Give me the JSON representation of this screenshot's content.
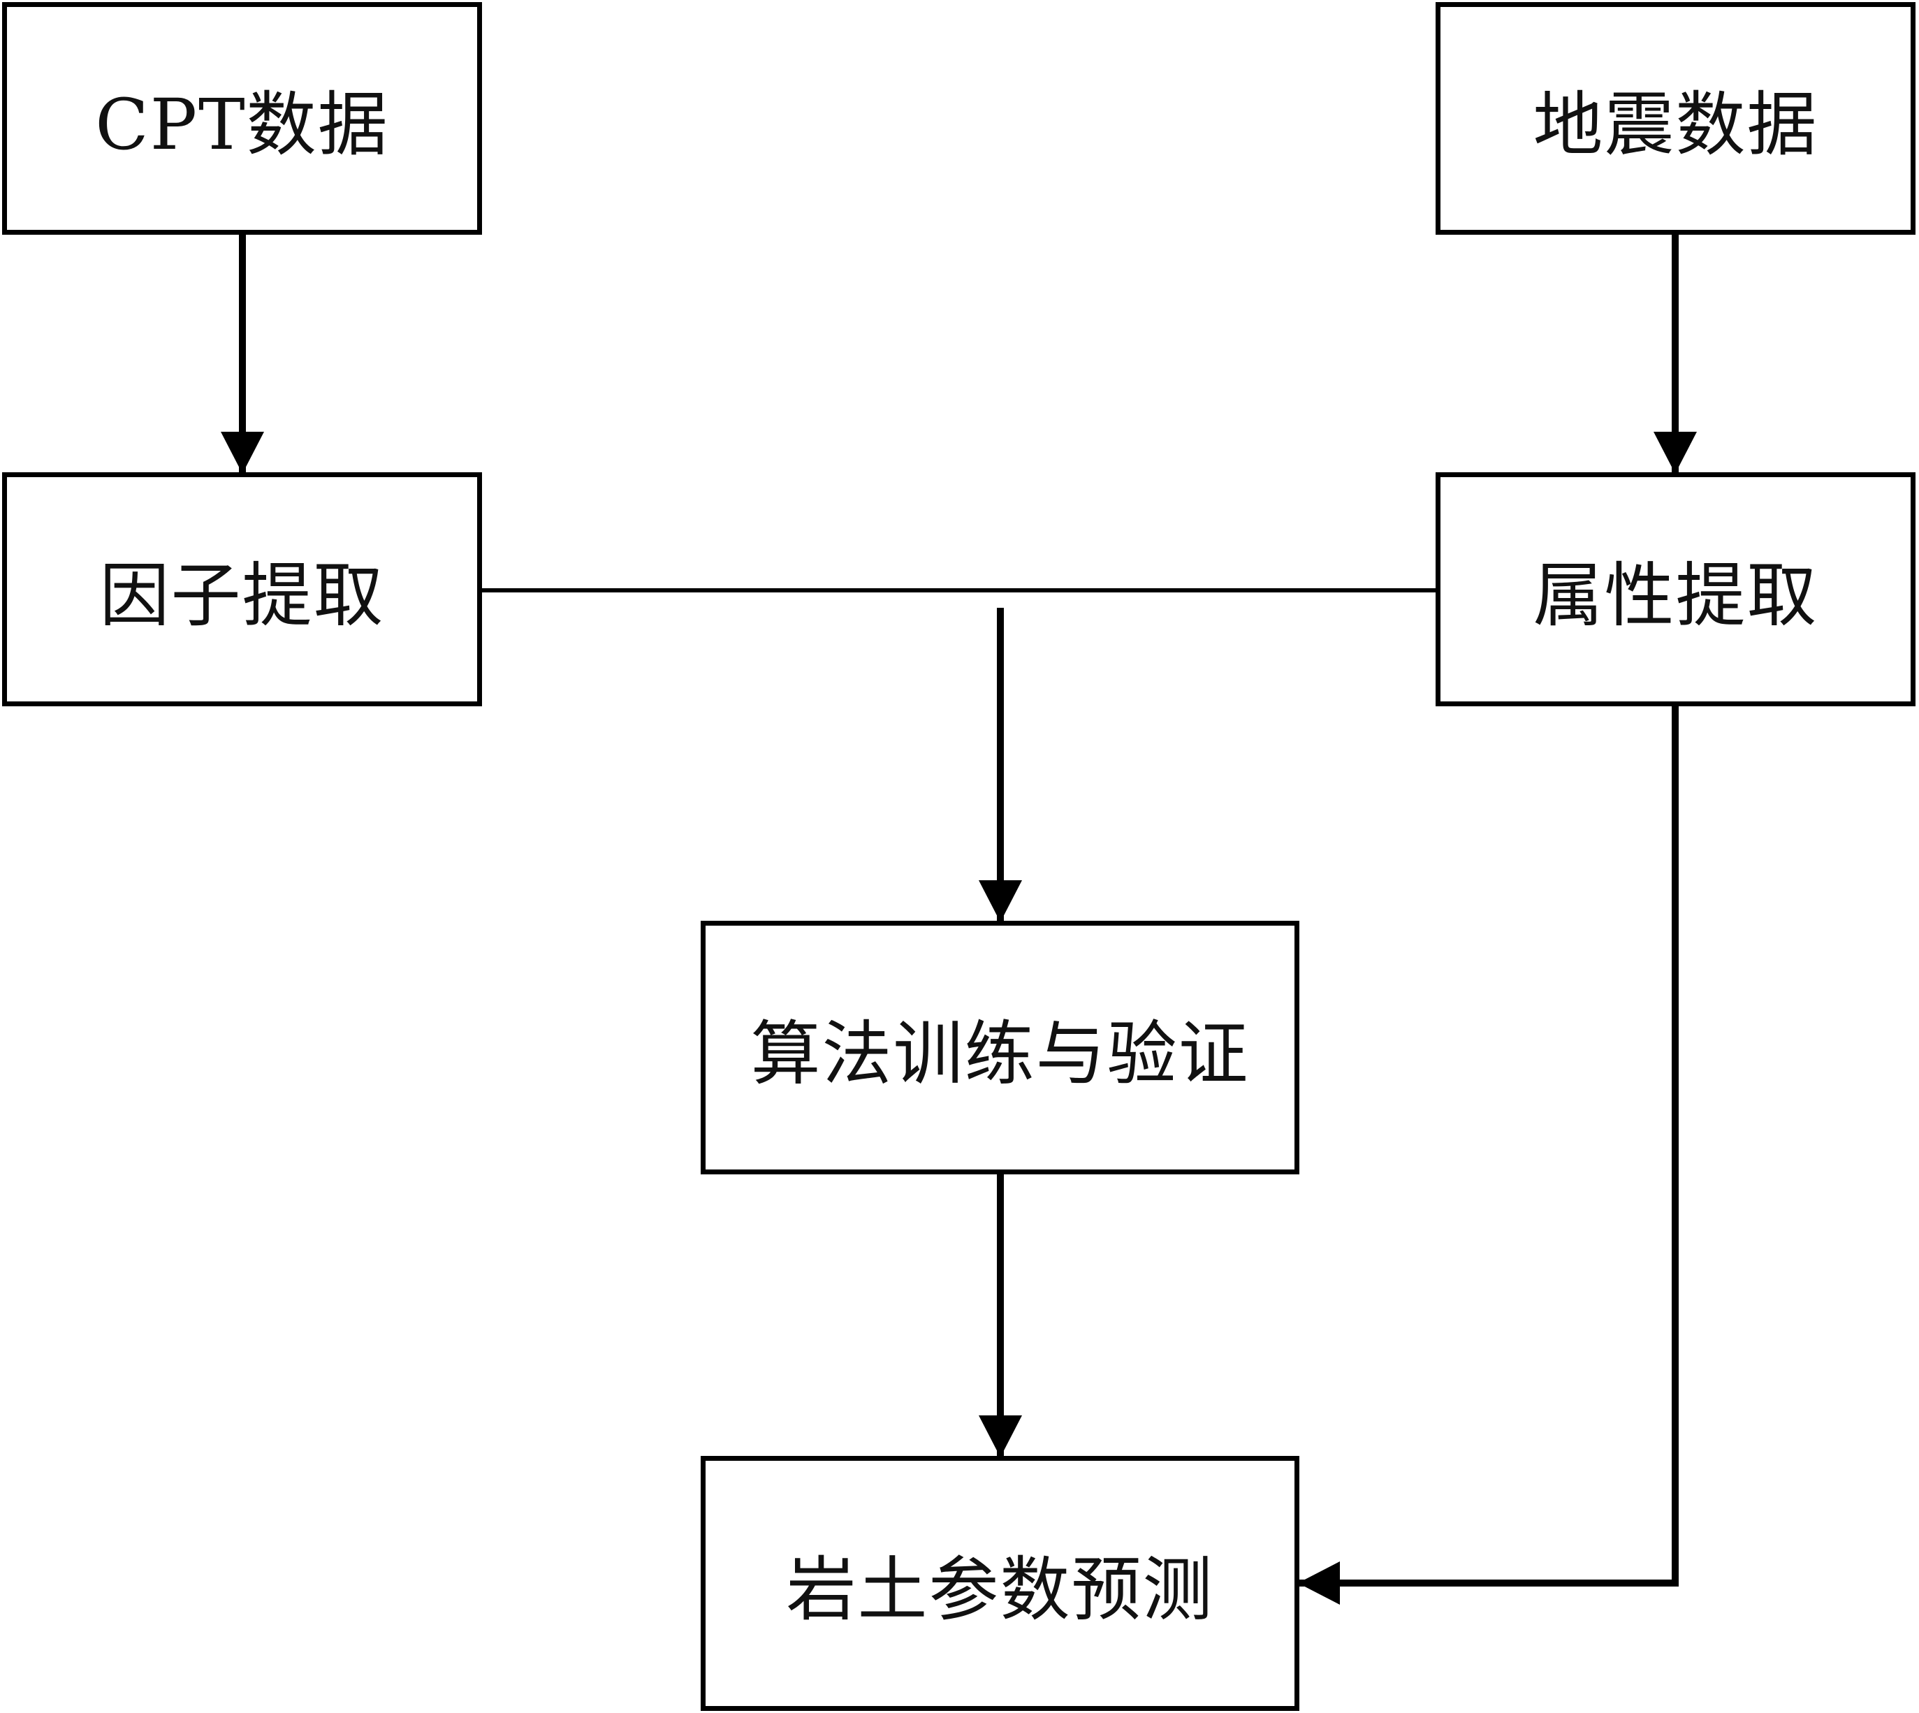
{
  "diagram": {
    "nodes": {
      "cpt_data": "CPT数据",
      "seismic_data": "地震数据",
      "factor_extraction": "因子提取",
      "attribute_extraction": "属性提取",
      "training_validation": "算法训练与验证",
      "parameter_prediction": "岩土参数预测"
    },
    "edges": [
      {
        "from": "cpt_data",
        "to": "factor_extraction"
      },
      {
        "from": "seismic_data",
        "to": "attribute_extraction"
      },
      {
        "from": "factor_extraction",
        "to": "training_validation"
      },
      {
        "from": "attribute_extraction",
        "to": "training_validation"
      },
      {
        "from": "training_validation",
        "to": "parameter_prediction"
      },
      {
        "from": "attribute_extraction",
        "to": "parameter_prediction"
      }
    ]
  }
}
